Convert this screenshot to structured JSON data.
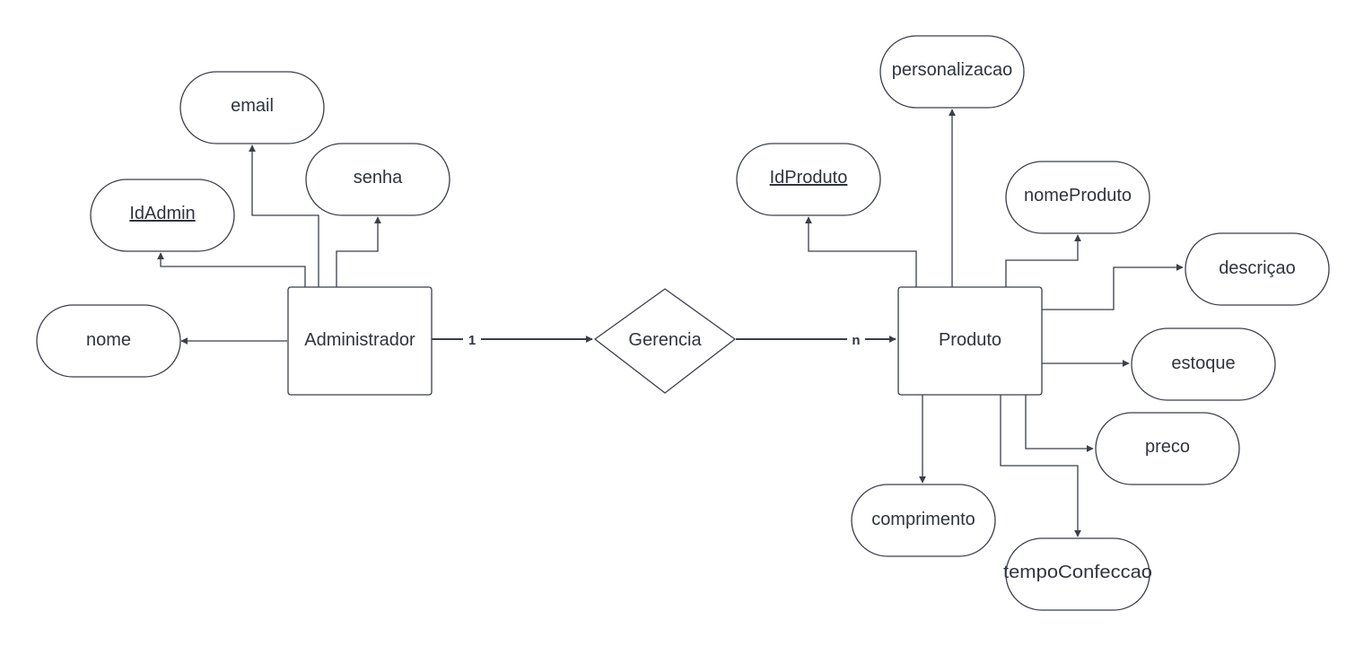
{
  "entities": {
    "administrador": "Administrador",
    "produto": "Produto"
  },
  "relationship": {
    "gerencia": "Gerencia"
  },
  "cardinality": {
    "admin_side": "1",
    "produto_side": "n"
  },
  "attributes": {
    "email": "email",
    "senha": "senha",
    "id_admin": "IdAdmin",
    "nome": "nome",
    "personalizacao": "personalizacao",
    "id_produto": "IdProduto",
    "nome_produto": "nomeProduto",
    "descricao": "descriçao",
    "estoque": "estoque",
    "preco": "preco",
    "comprimento": "comprimento",
    "tempo_confeccao": "tempoConfeccao"
  },
  "colors": {
    "stroke": "#3a3f4a",
    "text": "#2f343d",
    "background": "#ffffff"
  }
}
